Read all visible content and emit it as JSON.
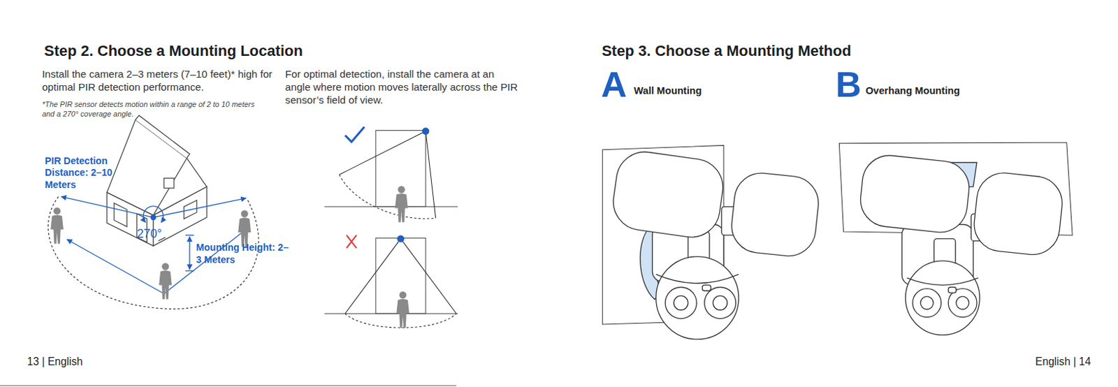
{
  "diagram": {
    "labels": [
      "Step 2. Choose a Mounting Location",
      "Install the camera 2–3 meters (7–10 feet)* high for optimal PIR detection performance.",
      "*The PIR sensor detects motion within a range of 2 to 10 meters and a 270° coverage angle.",
      "For optimal detection, install the camera at an angle where motion moves laterally across the PIR sensor’s field of view.",
      "PIR Detection Distance: 2–10 Meters",
      "270°",
      "Mounting Height: 2–3 Meters",
      "Step 3. Choose a Mounting Method",
      "A",
      "Wall Mounting",
      "B",
      "Overhang Mounting",
      "13 | English",
      "English | 14"
    ]
  }
}
